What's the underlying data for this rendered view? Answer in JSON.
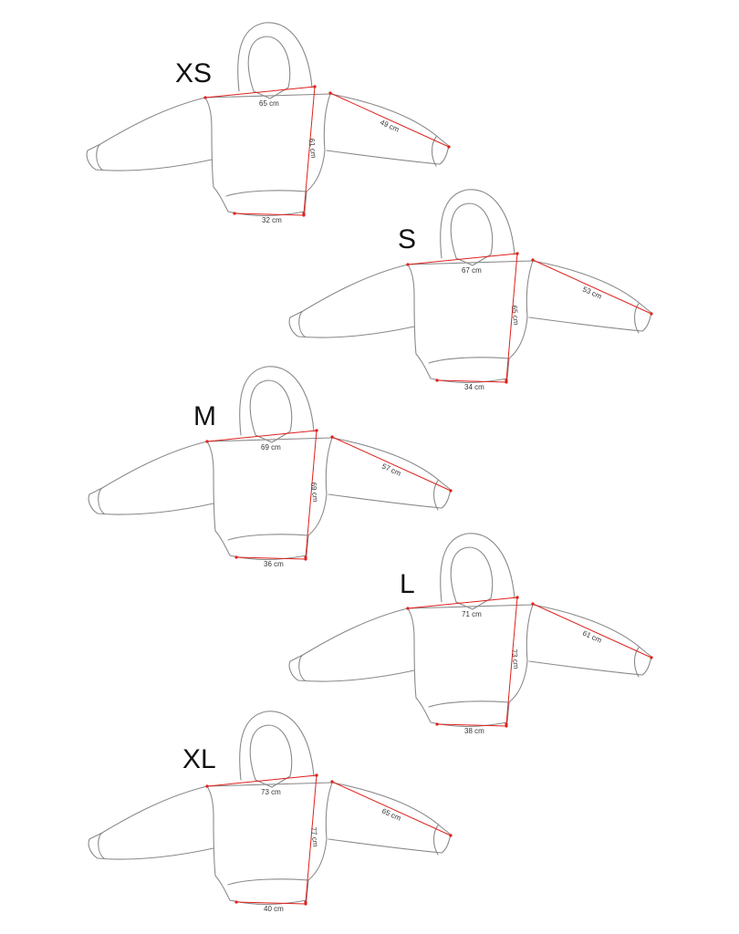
{
  "colors": {
    "measure": "#e0201c",
    "outline": "#8a8a8a",
    "label": "#111111"
  },
  "hoodies": [
    {
      "size": "XS",
      "chest": "65 cm",
      "length": "61 cm",
      "sleeve": "49 cm",
      "hem": "32 cm"
    },
    {
      "size": "S",
      "chest": "67 cm",
      "length": "65 cm",
      "sleeve": "53 cm",
      "hem": "34 cm"
    },
    {
      "size": "M",
      "chest": "69 cm",
      "length": "69 cm",
      "sleeve": "57 cm",
      "hem": "36 cm"
    },
    {
      "size": "L",
      "chest": "71 cm",
      "length": "73 cm",
      "sleeve": "61 cm",
      "hem": "38 cm"
    },
    {
      "size": "XL",
      "chest": "73 cm",
      "length": "77 cm",
      "sleeve": "65 cm",
      "hem": "40 cm"
    }
  ]
}
